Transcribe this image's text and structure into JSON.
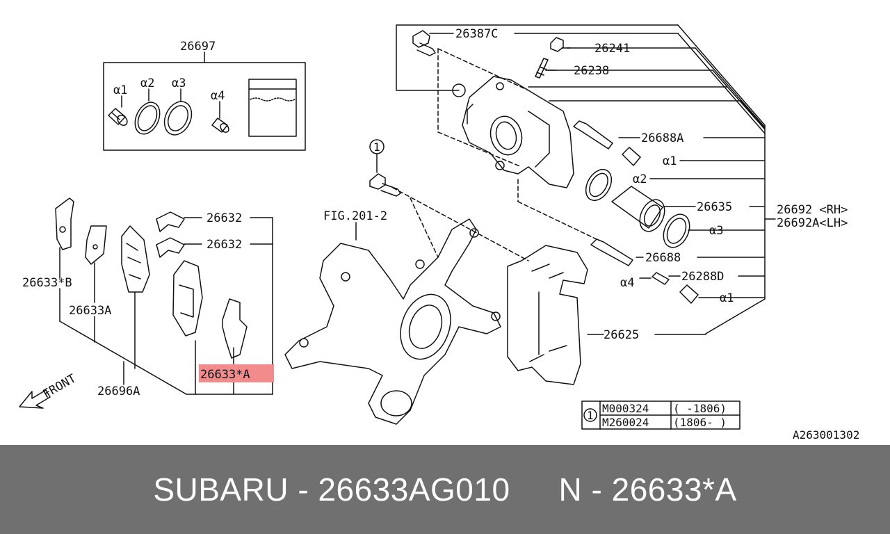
{
  "diagram": {
    "kit_label": "26697",
    "kit_items": [
      "α1",
      "α2",
      "α3",
      "α4"
    ],
    "part_labels": {
      "p26387C": "26387C",
      "p26241": "26241",
      "p26238": "26238",
      "p26688A": "26688A",
      "a1_top": "α1",
      "a2": "α2",
      "p26635": "26635",
      "a3": "α3",
      "p26692_rh": "26692 <RH>",
      "p26692a_lh": "26692A<LH>",
      "p26688": "26688",
      "a4": "α4",
      "p26288D": "26288D",
      "a1_bottom": "α1",
      "p26625": "26625",
      "p26632_top": "26632",
      "p26632_bottom": "26632",
      "p26633B": "26633*B",
      "p26633A_pad": "26633A",
      "p26696A": "26696A",
      "p26633_A_highlight": "26633*A",
      "fig": "FIG.201-2",
      "callout": "1",
      "front": "FRONT",
      "ref_code": "A263001302"
    },
    "table": {
      "callout": "1",
      "rows": [
        {
          "part": "M000324",
          "range": "( -1806)"
        },
        {
          "part": "M260024",
          "range": "(1806- )"
        }
      ]
    },
    "highlight_color": "#f28b8b"
  },
  "footer": {
    "brand_part": "SUBARU - 26633AG010",
    "ref_part": "N - 26633*A"
  }
}
